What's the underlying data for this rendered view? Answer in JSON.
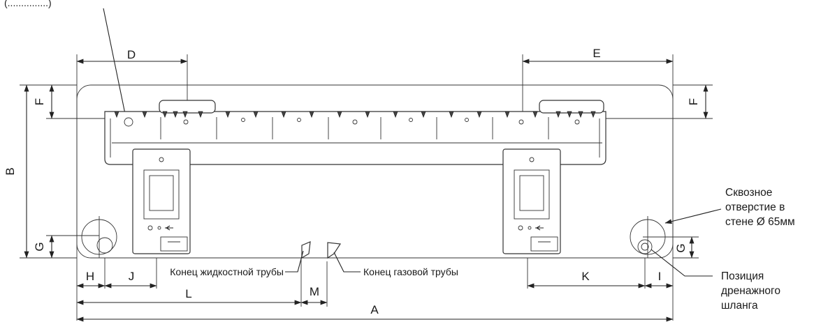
{
  "labels": {
    "top_note": "(...............)",
    "A": "A",
    "B": "B",
    "D": "D",
    "E": "E",
    "F_left": "F",
    "F_right": "F",
    "G_left": "G",
    "G_right": "G",
    "H": "H",
    "I": "I",
    "J": "J",
    "K": "K",
    "L": "L",
    "M": "M"
  },
  "callouts": {
    "liquid_pipe": "Конец жидкостной трубы",
    "gas_pipe": "Конец газовой трубы",
    "wall_hole": [
      "Сквозное",
      "отверстие в",
      "стене Ø 65мм"
    ],
    "drain_hose": [
      "Позиция",
      "дренажного",
      "шланга"
    ]
  }
}
